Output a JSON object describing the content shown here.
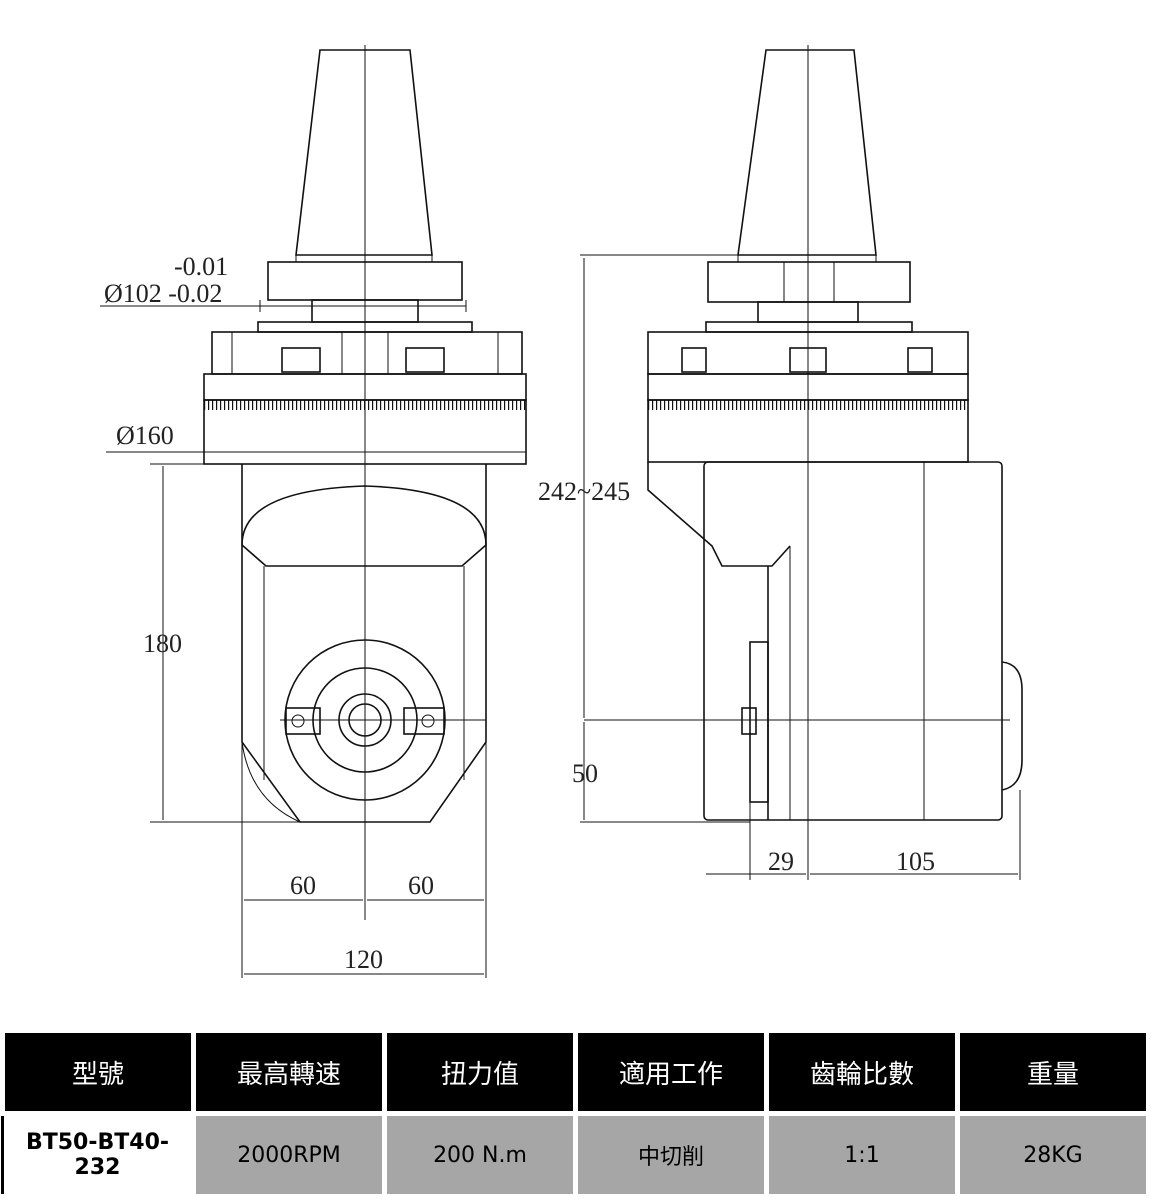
{
  "drawing": {
    "front_view": {
      "tol_upper": "-0.01",
      "tol_lower": "Ø102 -0.02",
      "flange_dia": "Ø160",
      "height": "180",
      "half_left": "60",
      "half_right": "60",
      "width": "120"
    },
    "side_view": {
      "total_height": "242~245",
      "spindle_height": "50",
      "offset": "29",
      "depth": "105"
    }
  },
  "table": {
    "headers": [
      "型號",
      "最高轉速",
      "扭力值",
      "適用工作",
      "齒輪比數",
      "重量"
    ],
    "row": {
      "model": "BT50-BT40-232",
      "speed": "2000RPM",
      "torque": "200 N.m",
      "application": "中切削",
      "ratio": "1:1",
      "weight": "28KG"
    }
  }
}
